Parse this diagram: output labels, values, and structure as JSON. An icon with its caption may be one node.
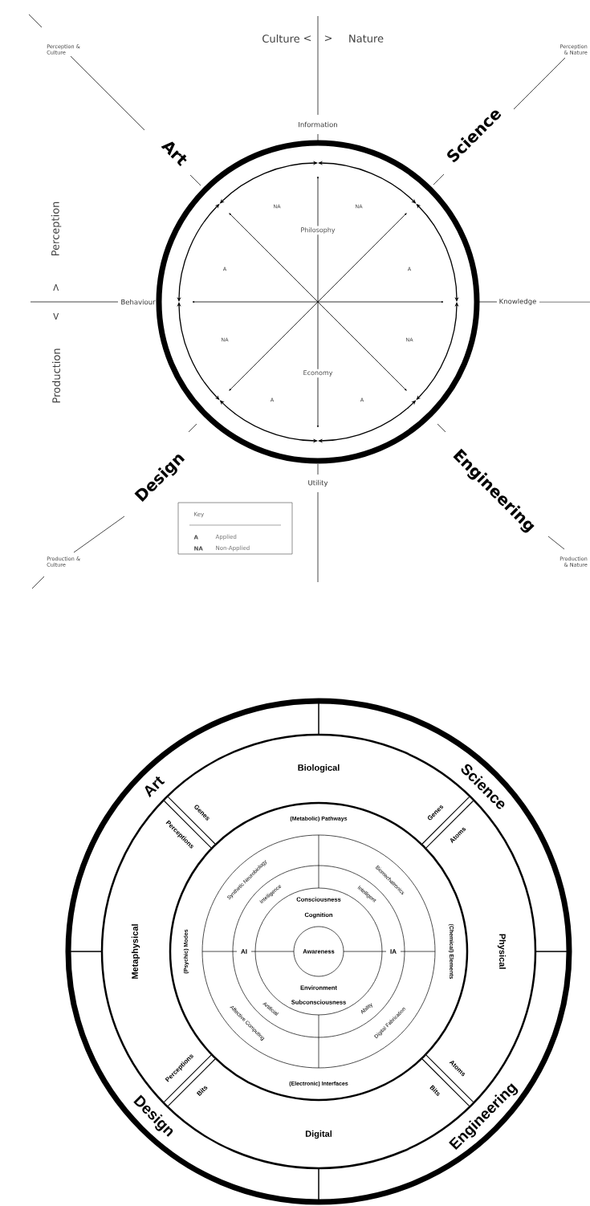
{
  "diagram": {
    "nodes": [
      {
        "text": [
          "Key",
          "A",
          "Applied",
          "NA",
          "Non-Applied"
        ]
      }
    ],
    "labels": [
      "Perception & Culture",
      "Culture",
      "<",
      ">",
      "Nature",
      "Perception & Nature",
      "Information",
      "Art",
      "Science",
      "NA",
      "NA",
      "Perception",
      "Philosophy",
      "A",
      "A",
      ">",
      "Behaviour",
      "Knowledge",
      "<",
      "NA",
      "NA",
      "Economy",
      "Production",
      "A",
      "A",
      "Design",
      "Utility",
      "Engineering",
      "Production & Culture",
      "Production & Nature",
      "Biological",
      "Art",
      "Science",
      "Genes",
      "Perceptions",
      "Genes",
      "Atoms",
      "(Metabolic) Pathways",
      "Synthetic Neurobiology",
      "Biomechatronics",
      "Consciousness",
      "Intelligence",
      "Intelligent",
      "Cognition",
      "Metaphysical",
      "(Psychic) Modes",
      "AI",
      "Awareness",
      "IA",
      "(Chemical) Elements",
      "Physical",
      "Environment",
      "Artificial",
      "Ability",
      "Subconsciousness",
      "Affective Computing",
      "Digital Fabrication",
      "Perceptions",
      "Bits",
      "Atoms",
      "Bits",
      "(Electronic) Interfaces",
      "Digital",
      "Design",
      "Engineering"
    ]
  }
}
